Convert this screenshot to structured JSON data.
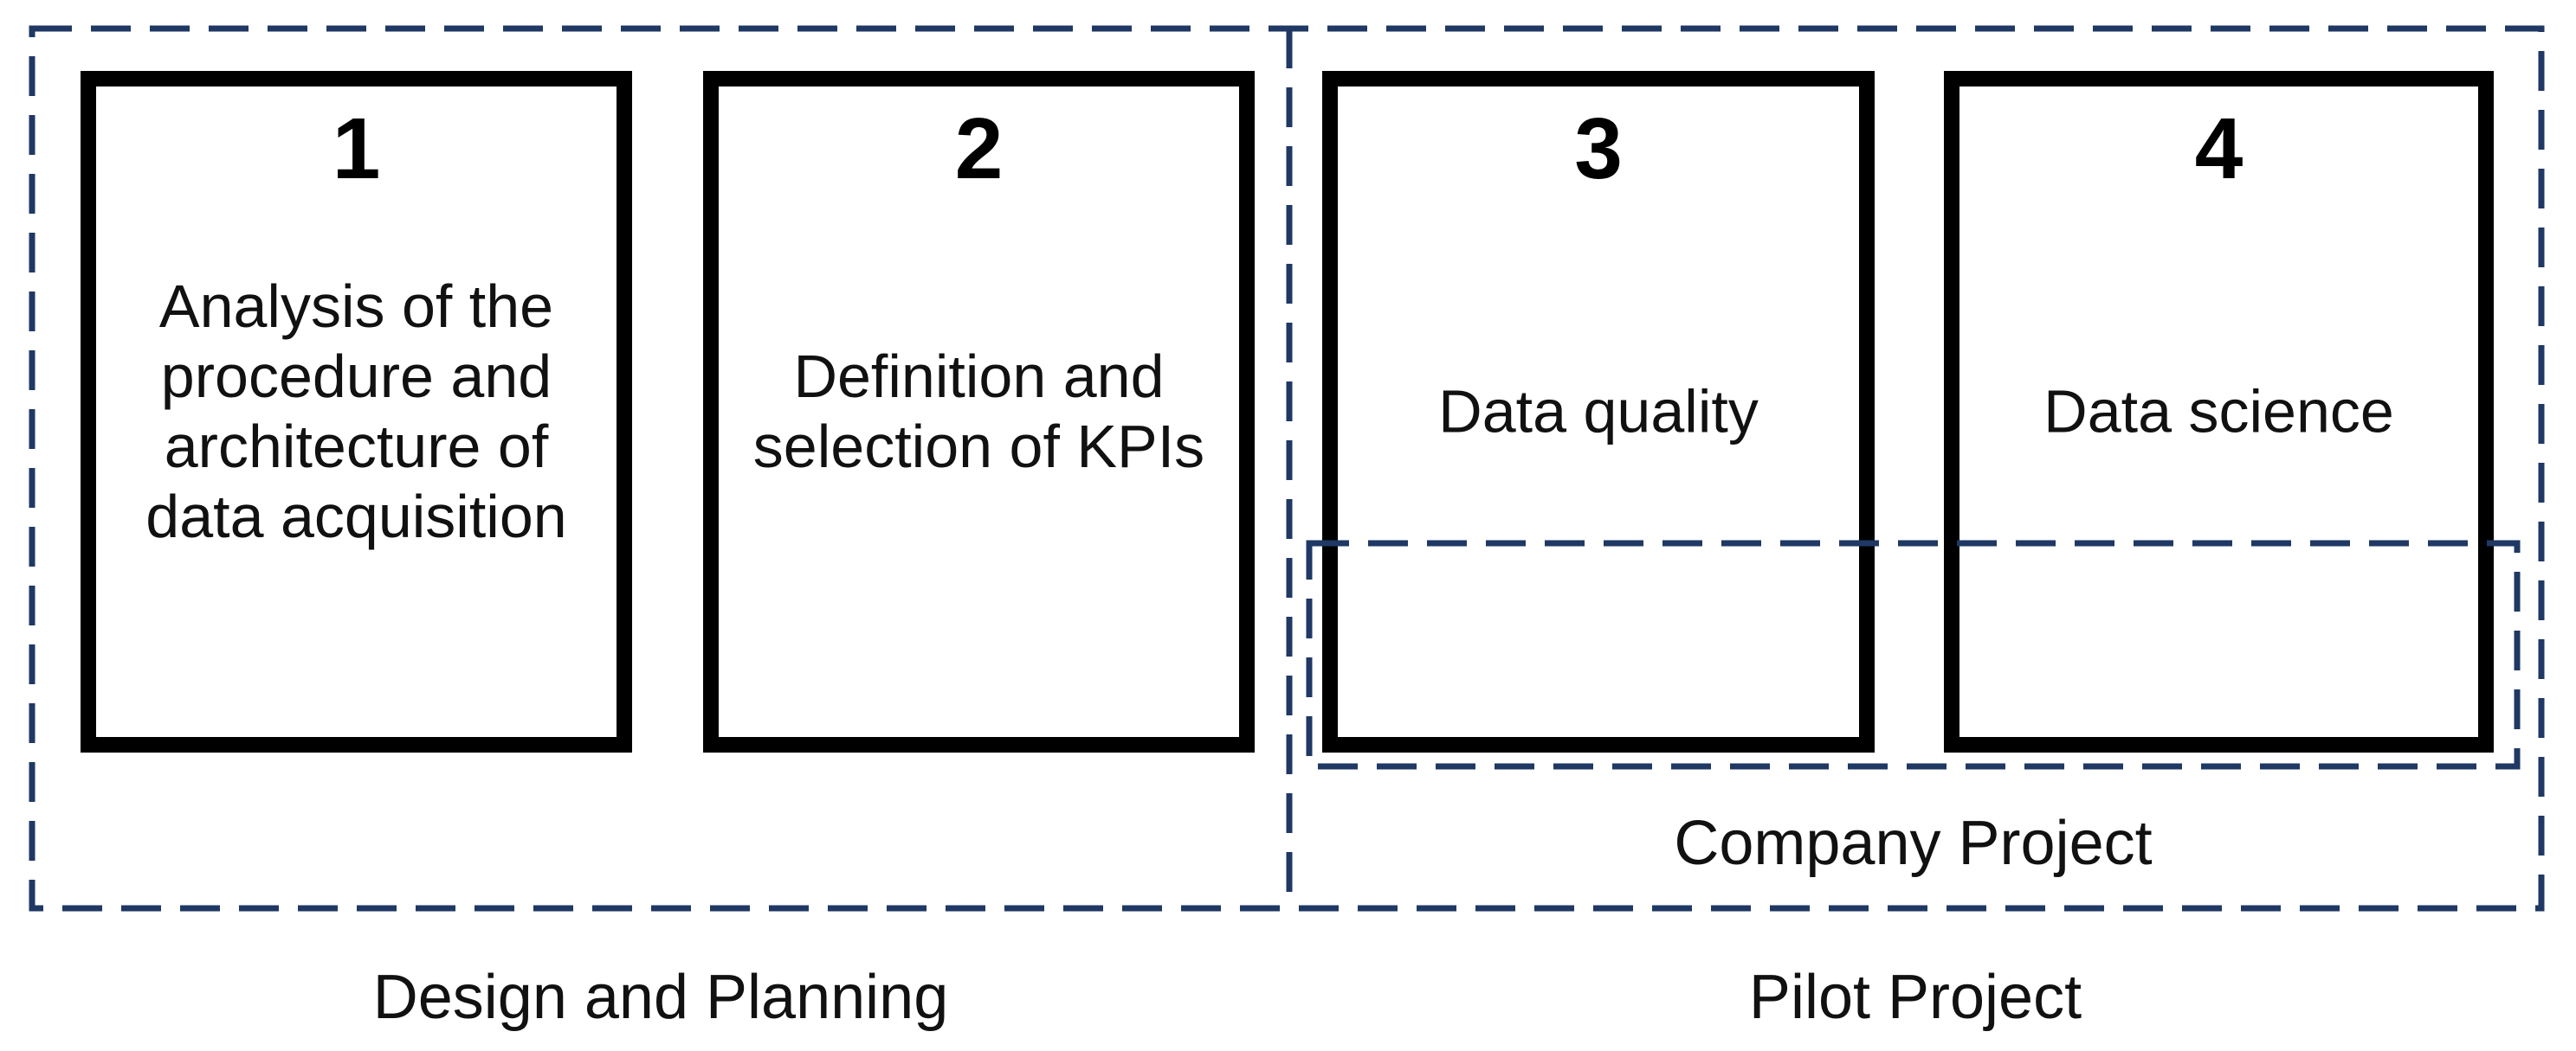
{
  "diagram": {
    "background_color": "#ffffff",
    "dashed_line_color": "#1f3864",
    "box_border_color": "#000000",
    "text_color": "#111111",
    "boxes": [
      {
        "number": "1",
        "caption": "Analysis of the\nprocedure and\narchitecture of\ndata acquisition"
      },
      {
        "number": "2",
        "caption": "Definition and\nselection of KPIs"
      },
      {
        "number": "3",
        "caption": "Data quality"
      },
      {
        "number": "4",
        "caption": "Data science"
      }
    ],
    "groups": {
      "company_project_label": "Company Project",
      "design_planning_label": "Design and Planning",
      "pilot_project_label": "Pilot Project"
    }
  }
}
